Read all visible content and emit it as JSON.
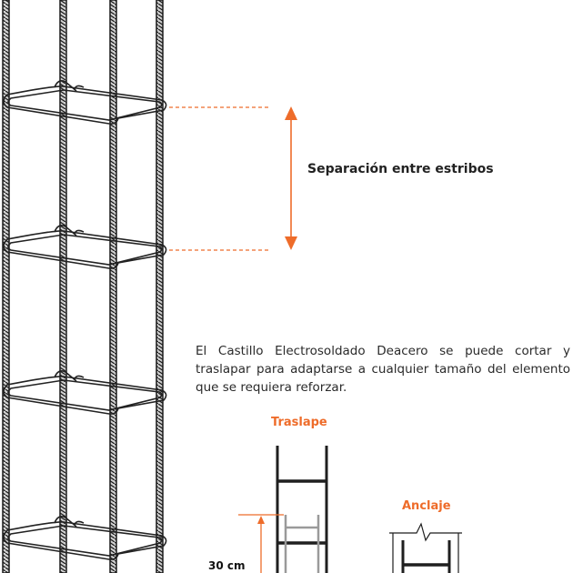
{
  "separation_label": "Separación entre estribos",
  "description": "El Castillo Electrosoldado Deacero se puede cortar y traslapar para adaptarse a cualquier tamaño del elemento que se requiera reforzar.",
  "traslape_title": "Traslape",
  "anclaje_title": "Anclaje",
  "overlap_dimension": "30 cm",
  "colors": {
    "accent": "#ee6c2a",
    "steel": "#1f1f1f",
    "steel_secondary": "#9a9a9a"
  }
}
